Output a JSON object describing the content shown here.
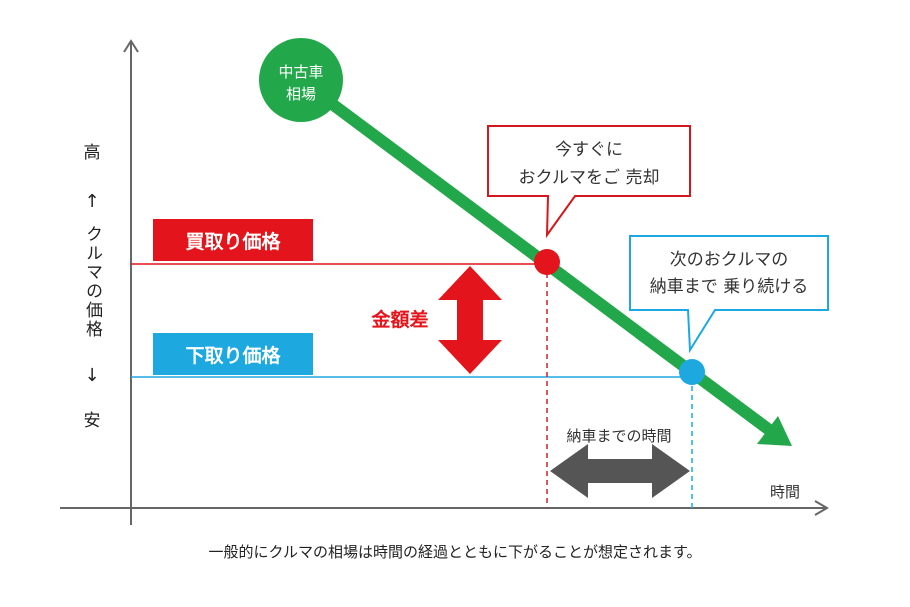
{
  "axes": {
    "x_label": "時間",
    "y_high": "高",
    "y_up_arrow": "↑",
    "y_label": "クルマの価格",
    "y_down_arrow": "↓",
    "y_low": "安"
  },
  "market_circle": {
    "line1": "中古車",
    "line2": "相場",
    "color": "#22a84a"
  },
  "market_line_color": "#22a84a",
  "buy_price": {
    "label": "買取り価格",
    "color": "#e3141b"
  },
  "trade_price": {
    "label": "下取り価格",
    "color": "#1ea8e0"
  },
  "gap": {
    "label": "金額差",
    "color": "#e3141b"
  },
  "callout_sell": {
    "line1": "今すぐに",
    "line2": "おクルマをご 売却",
    "color": "#d2181e"
  },
  "callout_keep": {
    "line1": "次のおクルマの",
    "line2": "納車まで 乗り続ける",
    "color": "#1ea8e0"
  },
  "delivery": {
    "label": "納車までの時間",
    "color": "#555555"
  },
  "caption": "一般的にクルマの相場は時間の経過とともに下がることが想定されます。"
}
